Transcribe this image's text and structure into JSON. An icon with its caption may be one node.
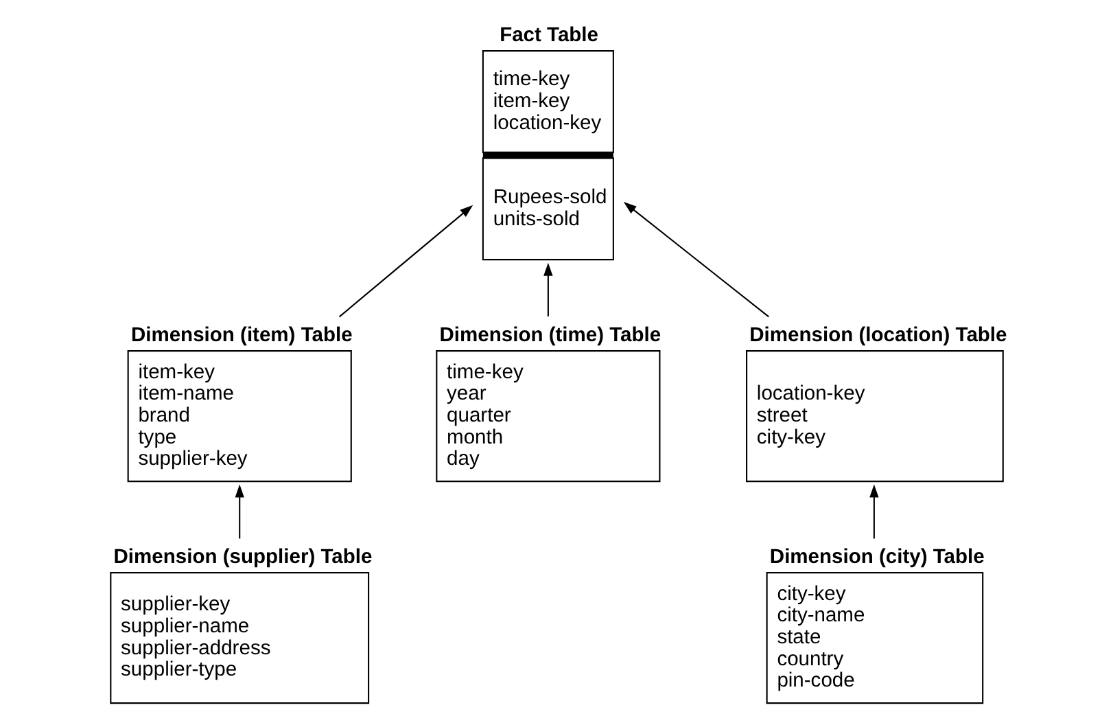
{
  "diagram": {
    "nodes": [
      {
        "text": [
          "Fact Table",
          "time-key item-key location-key",
          "Rupees-sold units-sold"
        ]
      },
      {
        "text": [
          "Dimension (item) Table",
          "item-key item-name brand type supplier-key"
        ]
      },
      {
        "text": [
          "Dimension (time) Table",
          "time-key year quarter month day"
        ]
      },
      {
        "text": [
          "Dimension (location) Table",
          "location-key street city-key"
        ]
      },
      {
        "text": [
          "Dimension (supplier) Table",
          "supplier-key supplier-name supplier-address supplier-type"
        ]
      },
      {
        "text": [
          "Dimension (city) Table",
          "city-key city-name state country pin-code"
        ]
      }
    ],
    "edges": [
      {
        "from": 1,
        "to": 0,
        "arrow": "to"
      },
      {
        "from": 2,
        "to": 0,
        "arrow": "to"
      },
      {
        "from": 3,
        "to": 0,
        "arrow": "to"
      },
      {
        "from": 4,
        "to": 1,
        "arrow": "to"
      },
      {
        "from": 5,
        "to": 3,
        "arrow": "to"
      }
    ]
  }
}
